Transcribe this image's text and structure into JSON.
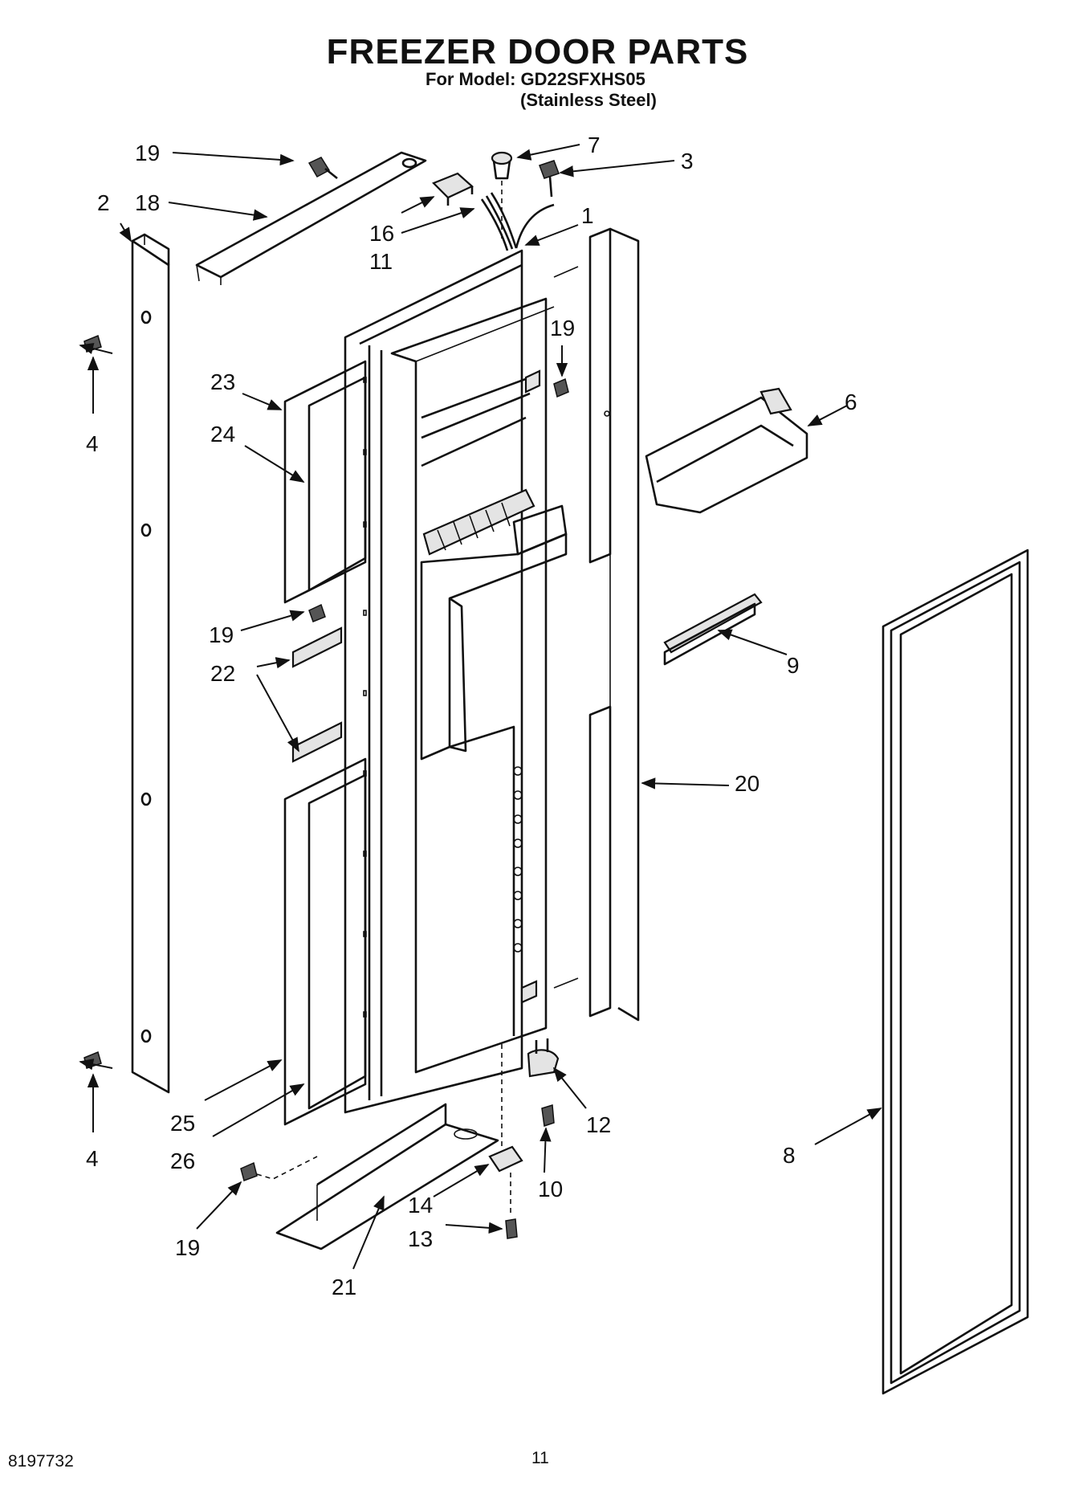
{
  "header": {
    "title": "FREEZER DOOR PARTS",
    "model": "For Model: GD22SFXHS05",
    "finish": "(Stainless Steel)"
  },
  "footer": {
    "doc_number": "8197732",
    "page_number": "11"
  },
  "callouts": [
    "19",
    "7",
    "3",
    "2",
    "18",
    "16",
    "1",
    "11",
    "19",
    "23",
    "6",
    "4",
    "24",
    "19",
    "22",
    "9",
    "20",
    "25",
    "12",
    "26",
    "4",
    "8",
    "19",
    "14",
    "10",
    "13",
    "21"
  ]
}
